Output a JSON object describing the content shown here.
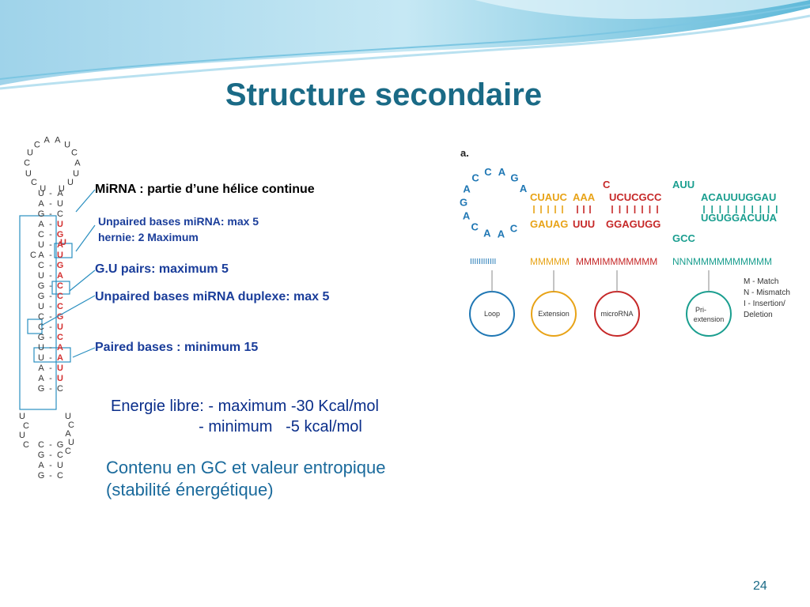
{
  "slide": {
    "title": "Structure secondaire",
    "page_number": "24"
  },
  "labels": {
    "mirna_helix": "MiRNA : partie d’une hélice continue",
    "unpaired_mirna": "Unpaired bases miRNA: max 5",
    "hernie": "hernie: 2 Maximum",
    "gu_pairs": "G.U pairs: maximum 5",
    "unpaired_duplex": "Unpaired bases miRNA duplexe: max 5",
    "paired_bases": "Paired bases : minimum 15"
  },
  "energy": {
    "line1": "Energie libre: - maximum -30 Kcal/mol",
    "line2": "                    - minimum   -5 kcal/mol"
  },
  "gc_content": {
    "line1": "Contenu en GC et valeur entropique",
    "line2": "(stabilité énergétique)"
  },
  "hairpin": {
    "loop_top": "UUUACUAACUCUCU",
    "pairs": [
      {
        "l": "U",
        "r": "A"
      },
      {
        "l": "A",
        "r": "U"
      },
      {
        "l": "G",
        "r": "C"
      },
      {
        "l": "A",
        "r": "U",
        "red": true
      },
      {
        "l": "C",
        "r": "G",
        "red": true
      },
      {
        "l": "U",
        "r": "A",
        "red": true
      },
      {
        "l": "A",
        "r": "U",
        "red": true
      },
      {
        "l": "C",
        "r": "G",
        "red": true
      },
      {
        "l": "U",
        "r": "A",
        "red": true
      },
      {
        "l": "G",
        "r": "C",
        "red": true
      },
      {
        "l": "G",
        "r": "C",
        "red": true
      },
      {
        "l": "U",
        "r": "C",
        "red": true
      },
      {
        "l": "C",
        "r": "G",
        "red": true
      },
      {
        "l": "C",
        "r": "U",
        "red": true
      },
      {
        "l": "G",
        "r": "C",
        "red": true
      },
      {
        "l": "U",
        "r": "A",
        "red": true
      },
      {
        "l": "U",
        "r": "A",
        "red": true
      },
      {
        "l": "A",
        "r": "U",
        "red": true
      },
      {
        "l": "A",
        "r": "U",
        "red": true
      },
      {
        "l": "G",
        "r": "C"
      }
    ],
    "bulge_right": "U",
    "bulge_left": "C",
    "bottom_left": "UCUC",
    "bottom_right": "UCAUC",
    "bottom_pairs": [
      {
        "l": "C",
        "r": "G"
      },
      {
        "l": "G",
        "r": "C"
      },
      {
        "l": "A",
        "r": "U"
      },
      {
        "l": "G",
        "r": "C"
      }
    ]
  },
  "figure_a": {
    "panel_label": "a.",
    "loop_seq": "AGACCAGACAAC",
    "loop_bar": "IIIIIIIIIIII",
    "top_ext": "CUAUC",
    "top_mid": "AAA",
    "top_mirna": "UCUCGCC",
    "top_bulge": "C",
    "top_ext2_head": "AUU",
    "top_ext2": "ACAUUUGGAU",
    "bottom_ext": "GAUAG",
    "bottom_mid": "UUU",
    "bottom_mirna": "GGAGUGG",
    "bottom_bulge": "GCC",
    "bottom_ext2": "UGUGGACUUA",
    "match_seq_ext": "MMMMM",
    "match_seq_mirna": "MMMIMMMMMMM",
    "match_seq_pri": "NNNMMMMMMMMMM",
    "circles": [
      "Loop",
      "Extension",
      "microRNA",
      "Pri-extension"
    ],
    "legend": [
      "M - Match",
      "N - Mismatch",
      "I - Insertion/",
      "Deletion"
    ],
    "colors": {
      "blue": "#1f77b4",
      "orange": "#e8a317",
      "red": "#c62828",
      "teal": "#1a9e8f",
      "gray": "#8a8a8a"
    }
  }
}
